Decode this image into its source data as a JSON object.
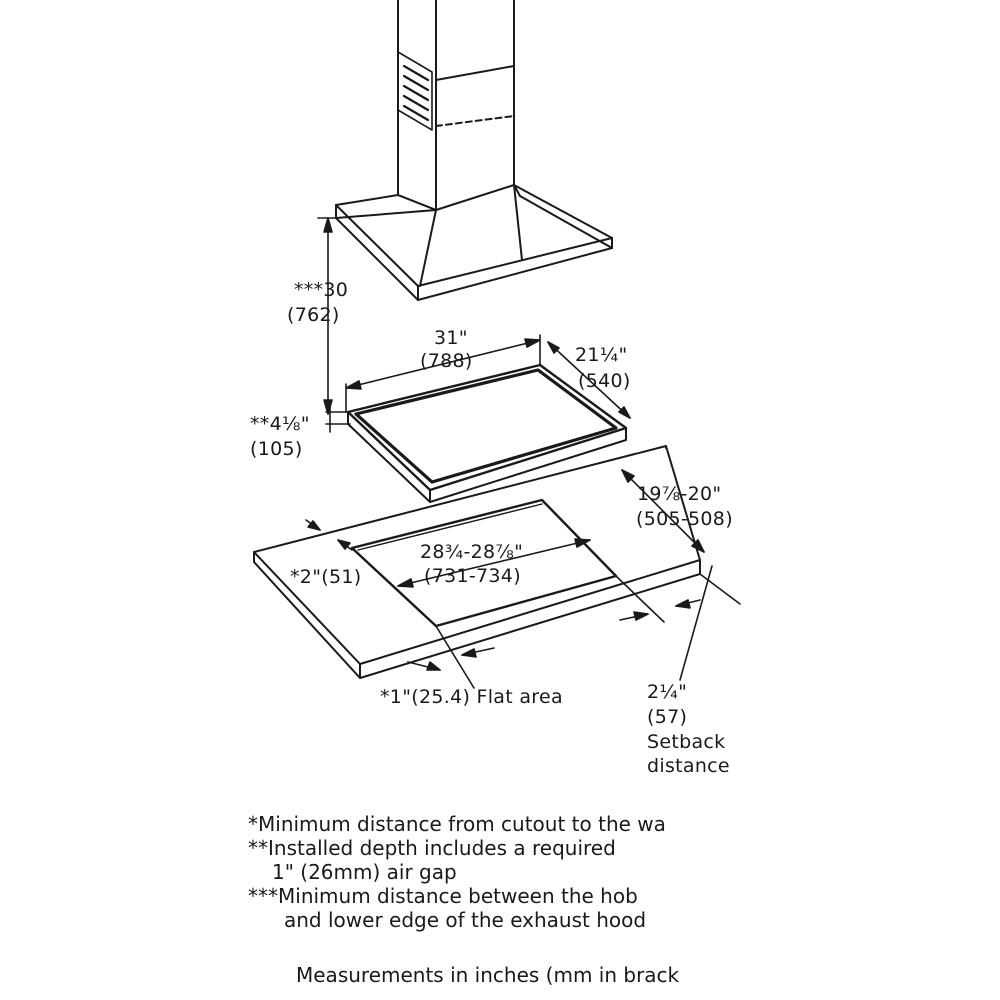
{
  "labels": {
    "hood_height_a": "***30",
    "hood_height_b": "(762)",
    "hob_width_a": "31\"",
    "hob_width_b": "(788)",
    "hob_depth_a": "21¼\"",
    "hob_depth_b": "(540)",
    "installed_depth_a": "**4⅛\"",
    "installed_depth_b": "(105)",
    "cutout_depth_a": "19⅞-20\"",
    "cutout_depth_b": "(505-508)",
    "cutout_width_a": "28¾-28⅞\"",
    "cutout_width_b": "(731-734)",
    "side_clearance": "*2\"(51)",
    "flat_area": "*1\"(25.4) Flat area",
    "setback_a": "2¼\"",
    "setback_b": "(57)",
    "setback_c": "Setback",
    "setback_d": "distance"
  },
  "notes": [
    "*Minimum distance from cutout to the wa",
    "**Installed depth includes a required",
    "1\" (26mm) air gap",
    "***Minimum distance between the hob",
    "and lower edge of the exhaust hood"
  ],
  "footer": "Measurements in inches (mm in brack"
}
